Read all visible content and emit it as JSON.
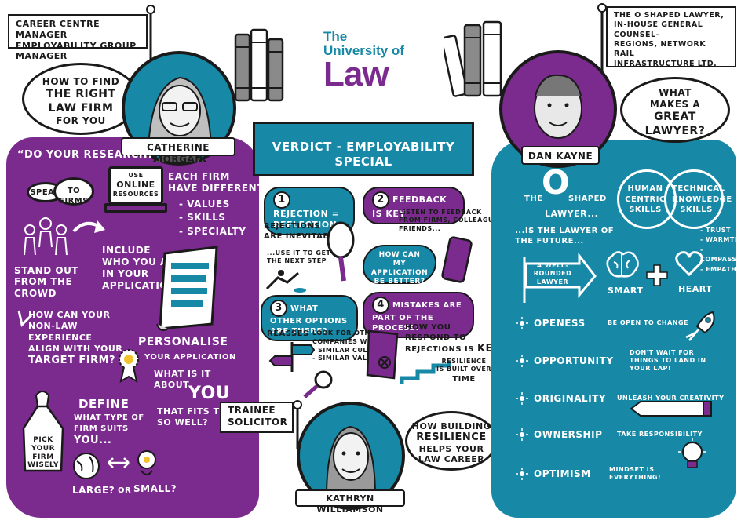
{
  "colors": {
    "purple": "#7b2a8e",
    "teal": "#1788a6",
    "ink": "#1a1a1a"
  },
  "logo": {
    "line1": "The",
    "line2": "University of",
    "line3": "Law"
  },
  "left": {
    "role_line1": "Career Centre Manager",
    "role_line2": "Employability Group Manager",
    "bubble": [
      "How to find",
      "the Right",
      "Law Firm",
      "for you"
    ],
    "name": "Catherine Morgan",
    "do_research": "“Do your Research!",
    "speak": "Speak",
    "to_firms": "to Firms",
    "online_resources": [
      "Use",
      "Online",
      "Resources"
    ],
    "each_firm": [
      "Each firm",
      "have different"
    ],
    "firm_differences": [
      "- Values",
      "- Skills",
      "- Specialty"
    ],
    "stand_out": [
      "Stand out",
      "from the",
      "crowd"
    ],
    "include_who": [
      "Include",
      "who you are",
      "in your",
      "application"
    ],
    "non_law": [
      "How can your",
      "non-law",
      "experience",
      "align with your",
      "target firm?"
    ],
    "personalise": "Personalise",
    "your_application": "your application",
    "what_is_it": [
      "What is it",
      "about"
    ],
    "you": "You",
    "fits_them": [
      "that fits them",
      "so well?"
    ],
    "define": "Define",
    "define_sub": [
      "What type of",
      "firm suits",
      "you..."
    ],
    "pick": [
      "Pick",
      "your",
      "firm",
      "wisely"
    ],
    "large": "Large?",
    "or": "or",
    "small": "Small?"
  },
  "center": {
    "title": "Verdict - Employability Special",
    "tips": [
      {
        "num": "1",
        "label": "Rejection = Reflection"
      },
      {
        "num": "2",
        "label": "Feedback is key"
      },
      {
        "num": "3",
        "label": "What other options are there?"
      },
      {
        "num": "4",
        "label": "Mistakes are part of the process!"
      }
    ],
    "rejections": [
      "Rejections",
      "are inevitable..."
    ],
    "use_it": [
      "...use it to get to",
      "the next step"
    ],
    "listen": [
      "Listen to feedback",
      "from firms, colleagues,",
      "friends..."
    ],
    "how_can": [
      "How can",
      "my application",
      "be better?"
    ],
    "reasses": "Reasses",
    "look_for": [
      "Look for other",
      "companies with...",
      "- similar cultures",
      "- similar values"
    ],
    "how_respond": [
      "How you",
      "respond to",
      "rejections is"
    ],
    "key": "Key",
    "resilience": [
      "Resilience",
      "is built over",
      "time"
    ],
    "trainee_role": [
      "Trainee",
      "Solicitor"
    ],
    "bubble": [
      "How building",
      "Resilience",
      "helps your",
      "law career"
    ],
    "name": "Kathryn Williamson"
  },
  "right": {
    "role": [
      "The O shaped lawyer,",
      "in-house general counsel-",
      "Regions, Network Rail",
      "Infrastructure Ltd."
    ],
    "bubble": [
      "What",
      "makes a",
      "great lawyer?"
    ],
    "name": "Dan Kayne",
    "o_big": "O",
    "the": "The",
    "shaped": "shaped",
    "lawyer": "lawyer...",
    "human_centric": [
      "Human",
      "centric",
      "skills"
    ],
    "technical": [
      "Technical",
      "knowledge",
      "skills"
    ],
    "future": [
      "...is the lawyer of",
      "the future..."
    ],
    "well_rounded": [
      "A well-rounded",
      "lawyer"
    ],
    "smart": "Smart",
    "heart": "Heart",
    "heart_traits": [
      "- Trust",
      "- Warmth",
      "- Compassion",
      "- Empathy"
    ],
    "o_rows": [
      {
        "word": "Openess",
        "desc": "Be open to change"
      },
      {
        "word": "Opportunity",
        "desc": "Don't wait for things to land in your lap!"
      },
      {
        "word": "Originality",
        "desc": "Unleash your creativity"
      },
      {
        "word": "Ownership",
        "desc": "Take responsibility"
      },
      {
        "word": "Optimism",
        "desc": "Mindset is everything!"
      }
    ]
  }
}
